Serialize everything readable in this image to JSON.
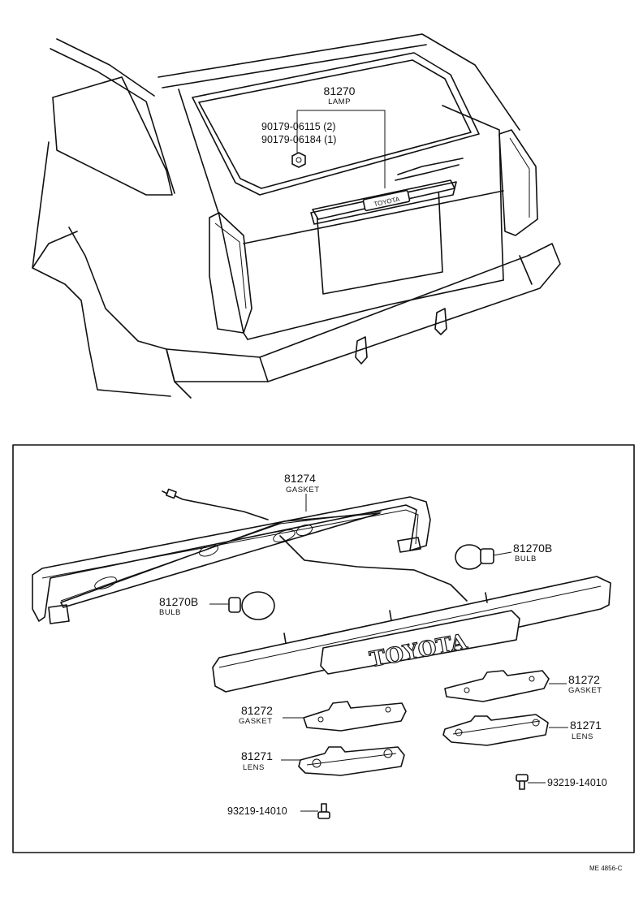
{
  "top": {
    "lamp": {
      "number": "81270",
      "name": "LAMP"
    },
    "nut_1": "90179-06115 (2)",
    "nut_2": "90179-06184 (1)",
    "car_badge": "TOYOTA"
  },
  "detail": {
    "gasket_main": {
      "number": "81274",
      "name": "GASKET"
    },
    "bulb_right": {
      "number": "81270B",
      "name": "BULB"
    },
    "bulb_left": {
      "number": "81270B",
      "name": "BULB"
    },
    "gasket_right": {
      "number": "81272",
      "name": "GASKET"
    },
    "gasket_left": {
      "number": "81272",
      "name": "GASKET"
    },
    "lens_right": {
      "number": "81271",
      "name": "LENS"
    },
    "lens_left": {
      "number": "81271",
      "name": "LENS"
    },
    "screw_right": "93219-14010",
    "screw_left": "93219-14010",
    "lamp_badge": "TOYOTA"
  },
  "footer": {
    "ref": "ME 4856-C"
  }
}
